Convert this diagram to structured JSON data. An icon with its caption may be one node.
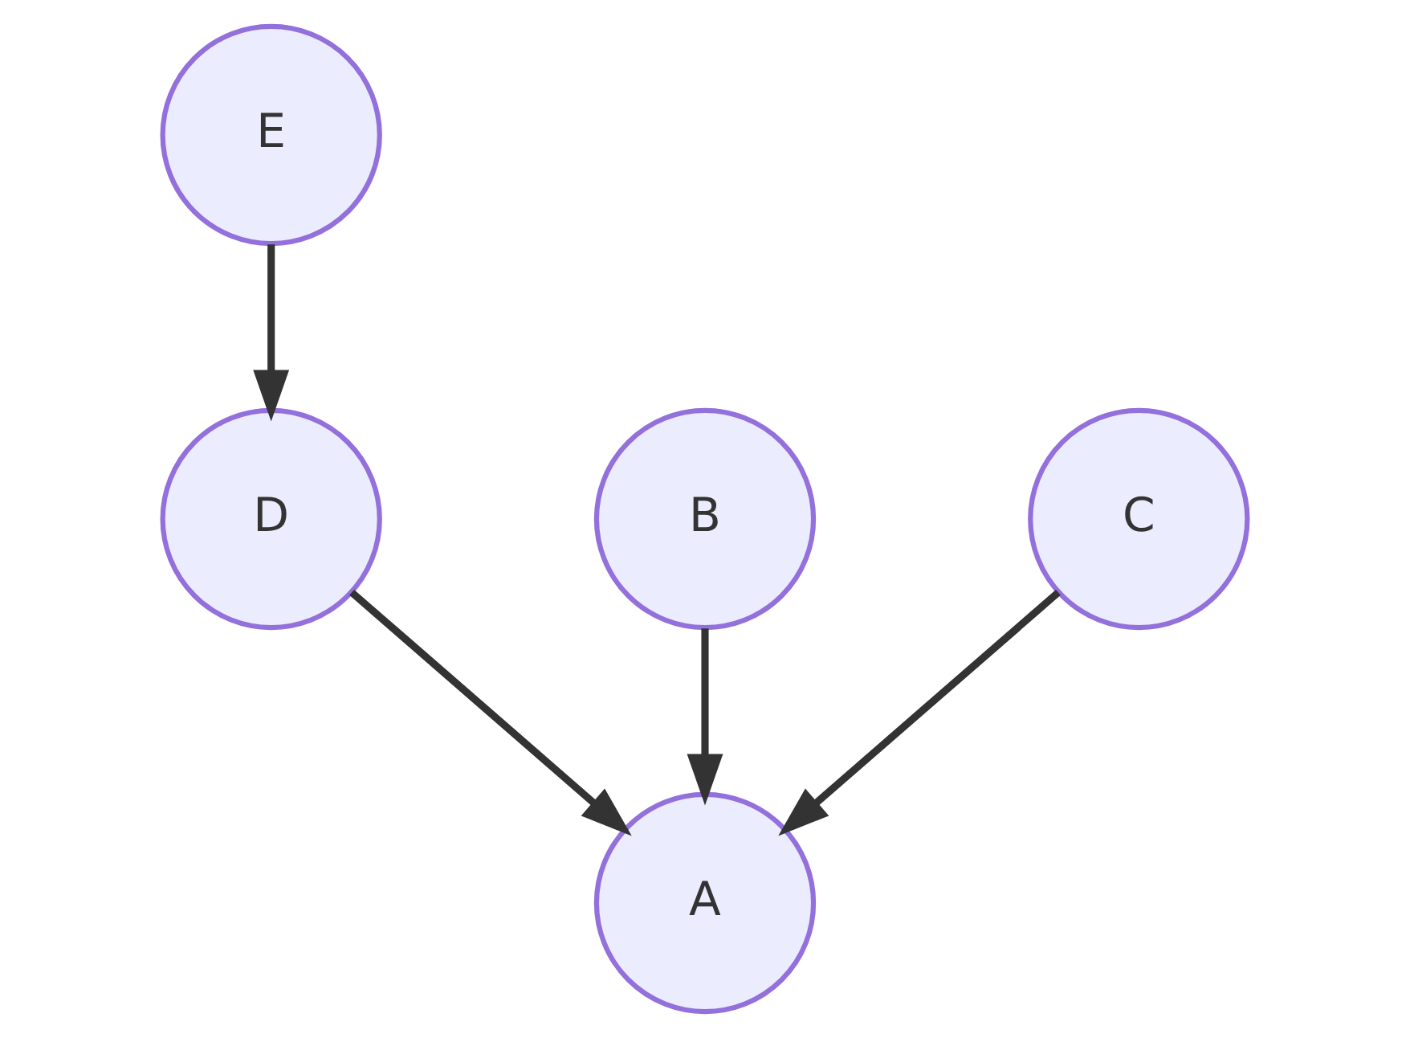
{
  "diagram": {
    "nodes": [
      {
        "text": [
          "E"
        ]
      },
      {
        "text": [
          "B"
        ]
      },
      {
        "text": [
          "C"
        ]
      },
      {
        "text": [
          "D"
        ]
      },
      {
        "text": [
          "A"
        ]
      }
    ],
    "edges": [
      {
        "from": 0,
        "to": 3,
        "arrow": "to"
      },
      {
        "from": 1,
        "to": 4,
        "arrow": "to"
      },
      {
        "from": 2,
        "to": 4,
        "arrow": "to"
      },
      {
        "from": 3,
        "to": 4,
        "arrow": "to"
      }
    ]
  }
}
